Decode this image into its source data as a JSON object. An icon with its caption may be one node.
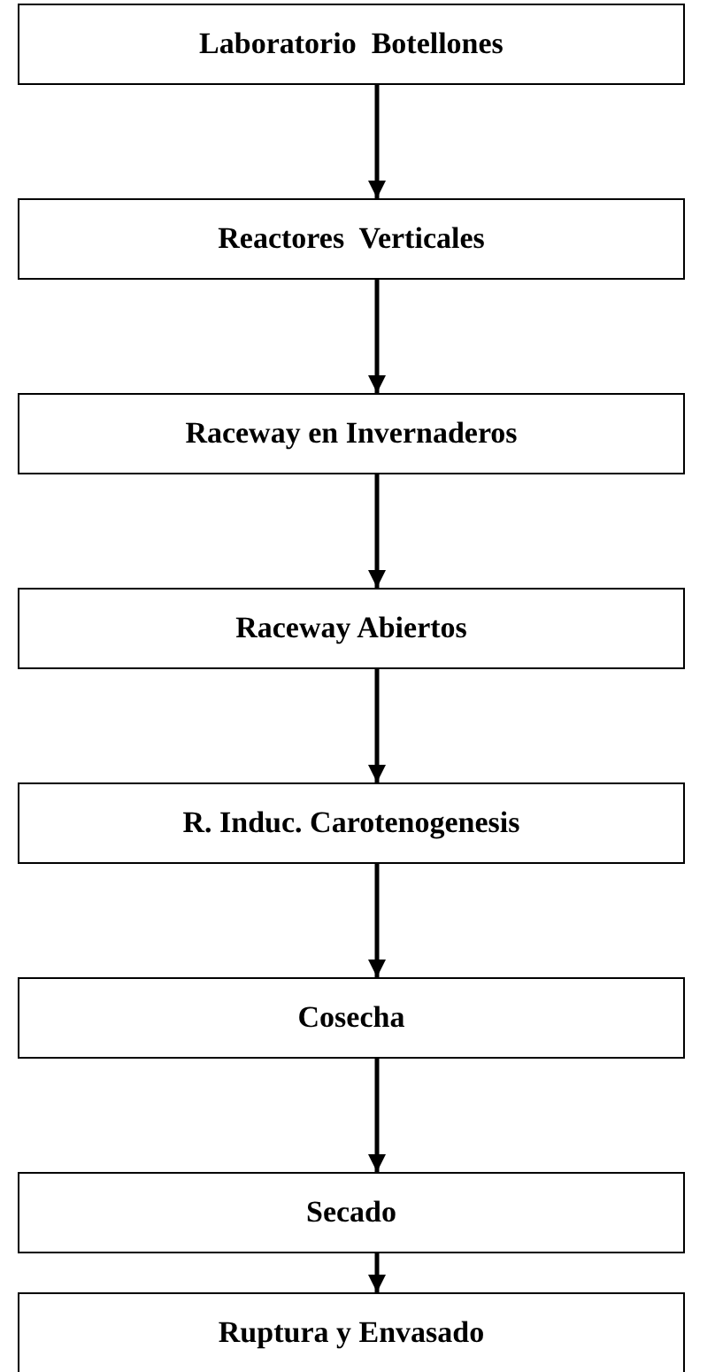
{
  "diagram": {
    "nodes": [
      {
        "text": [
          "Laboratorio  Botellones"
        ]
      },
      {
        "text": [
          "Reactores  Verticales"
        ]
      },
      {
        "text": [
          "Raceway en Invernaderos"
        ]
      },
      {
        "text": [
          "Raceway Abiertos"
        ]
      },
      {
        "text": [
          "R. Induc. Carotenogenesis"
        ]
      },
      {
        "text": [
          "Cosecha"
        ]
      },
      {
        "text": [
          "Secado"
        ]
      },
      {
        "text": [
          "Ruptura y Envasado"
        ]
      }
    ],
    "edges": [
      {
        "from": 0,
        "to": 1,
        "arrow": "to"
      },
      {
        "from": 1,
        "to": 2,
        "arrow": "to"
      },
      {
        "from": 2,
        "to": 3,
        "arrow": "to"
      },
      {
        "from": 3,
        "to": 4,
        "arrow": "to"
      },
      {
        "from": 4,
        "to": 5,
        "arrow": "to"
      },
      {
        "from": 5,
        "to": 6,
        "arrow": "to"
      },
      {
        "from": 6,
        "to": 7,
        "arrow": "to"
      }
    ]
  }
}
